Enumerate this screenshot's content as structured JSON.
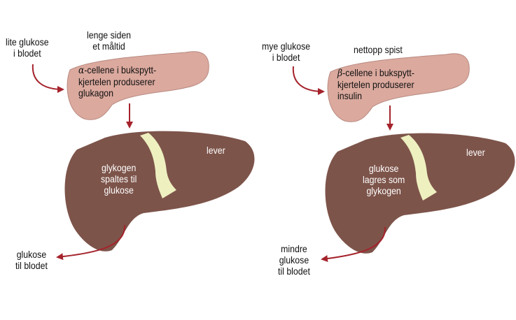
{
  "colors": {
    "pancreas": "#dba99e",
    "liver": "#7d544a",
    "gallbladder": "#eef0c0",
    "arrow": "#a5232c"
  },
  "left": {
    "input_label": [
      "lite glukose",
      "i blodet"
    ],
    "time_label": [
      "lenge siden",
      "et måltid"
    ],
    "cell_symbol": "α",
    "pancreas_text": [
      "-cellene i bukspytt-",
      "kjertelen produserer",
      "glukagon"
    ],
    "liver_label": "lever",
    "liver_text": [
      "glykogen",
      "spaltes til",
      "glukose"
    ],
    "output_label": [
      "glukose",
      "til blodet"
    ]
  },
  "right": {
    "input_label": [
      "mye glukose",
      "i blodet"
    ],
    "time_label": [
      "nettopp spist"
    ],
    "cell_symbol": "β",
    "pancreas_text": [
      "-cellene i bukspytt-",
      "kjertelen produserer",
      "insulin"
    ],
    "liver_label": "lever",
    "liver_text": [
      "glukose",
      "lagres som",
      "glykogen"
    ],
    "output_label": [
      "mindre",
      "glukose",
      "til blodet"
    ]
  }
}
